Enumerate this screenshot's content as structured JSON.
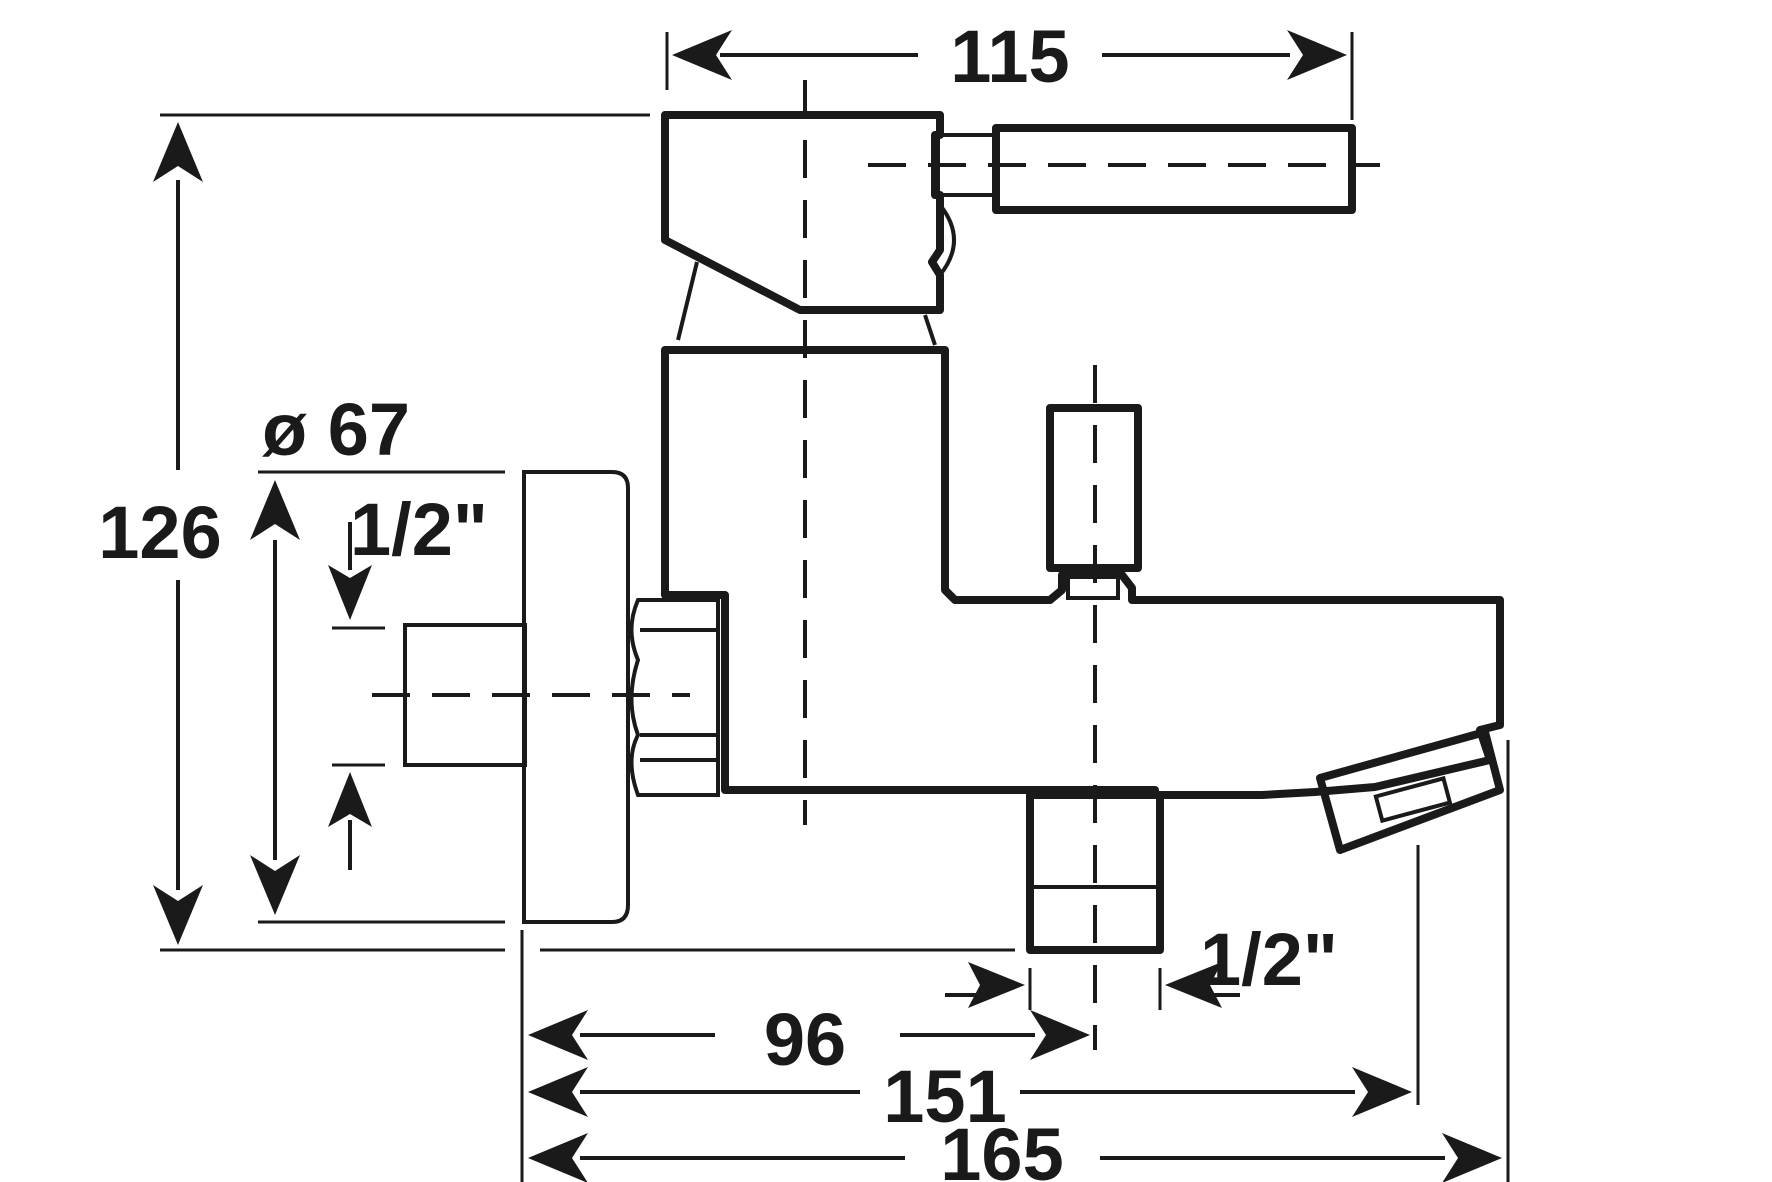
{
  "dimensions": {
    "top_width": "115",
    "height": "126",
    "diameter": "ø 67",
    "inlet_thread": "1/2\"",
    "outlet_thread": "1/2\"",
    "outlet_offset": "96",
    "spout_reach": "151",
    "total_length": "165"
  },
  "colors": {
    "line": "#1a1a1a",
    "background": "#ffffff"
  }
}
